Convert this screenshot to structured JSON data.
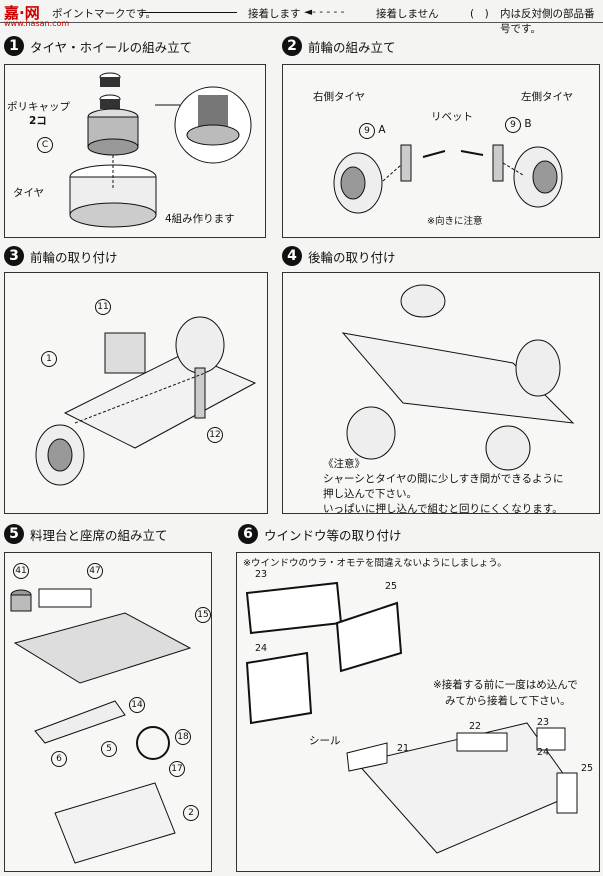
{
  "legend": {
    "logo": "嘉·网",
    "site": "www.hasan.com",
    "mark_text": "ポイントマークです。",
    "glue": "接着します",
    "no_glue": "接着しません",
    "paren": "(　)",
    "paren_text": "内は反対側の部品番号です。"
  },
  "steps": [
    {
      "num": "1",
      "title": "タイヤ・ホイールの組み立て",
      "labels": {
        "polycap": "ポリキャップ",
        "count": "2コ",
        "part_c": "C",
        "tire": "タイヤ",
        "make": "4組み作ります"
      }
    },
    {
      "num": "2",
      "title": "前輪の組み立て",
      "labels": {
        "right_tire": "右側タイヤ",
        "left_tire": "左側タイヤ",
        "rivet": "リベット",
        "part9a": "9",
        "a": "A",
        "part9b": "9",
        "b": "B",
        "caution": "※向きに注意"
      }
    },
    {
      "num": "3",
      "title": "前輪の取り付け",
      "labels": {
        "p11": "11",
        "p1": "1",
        "p12": "12"
      }
    },
    {
      "num": "4",
      "title": "後輪の取り付け",
      "labels": {
        "note_head": "《注意》",
        "note1": "シャーシとタイヤの間に少しすき間ができるように",
        "note2": "押し込んで下さい。",
        "note3": "いっぱいに押し込んで組むと回りにくくなります。"
      }
    },
    {
      "num": "5",
      "title": "料理台と座席の組み立て",
      "labels": {
        "p41": "41",
        "p47": "47",
        "p15": "15",
        "p14": "14",
        "p18": "18",
        "p6": "6",
        "p5": "5",
        "p17": "17",
        "p2": "2"
      }
    },
    {
      "num": "6",
      "title": "ウインドウ等の取り付け",
      "labels": {
        "warn": "※ウインドウのウラ・オモテを間違えないようにしましょう。",
        "p23": "23",
        "p25": "25",
        "p24": "24",
        "seal": "シール",
        "fit1": "※接着する前に一度はめ込んで",
        "fit2": "みてから接着して下さい。",
        "p22": "22",
        "p23b": "23",
        "p24b": "24",
        "p25b": "25",
        "p21": "21"
      }
    }
  ]
}
